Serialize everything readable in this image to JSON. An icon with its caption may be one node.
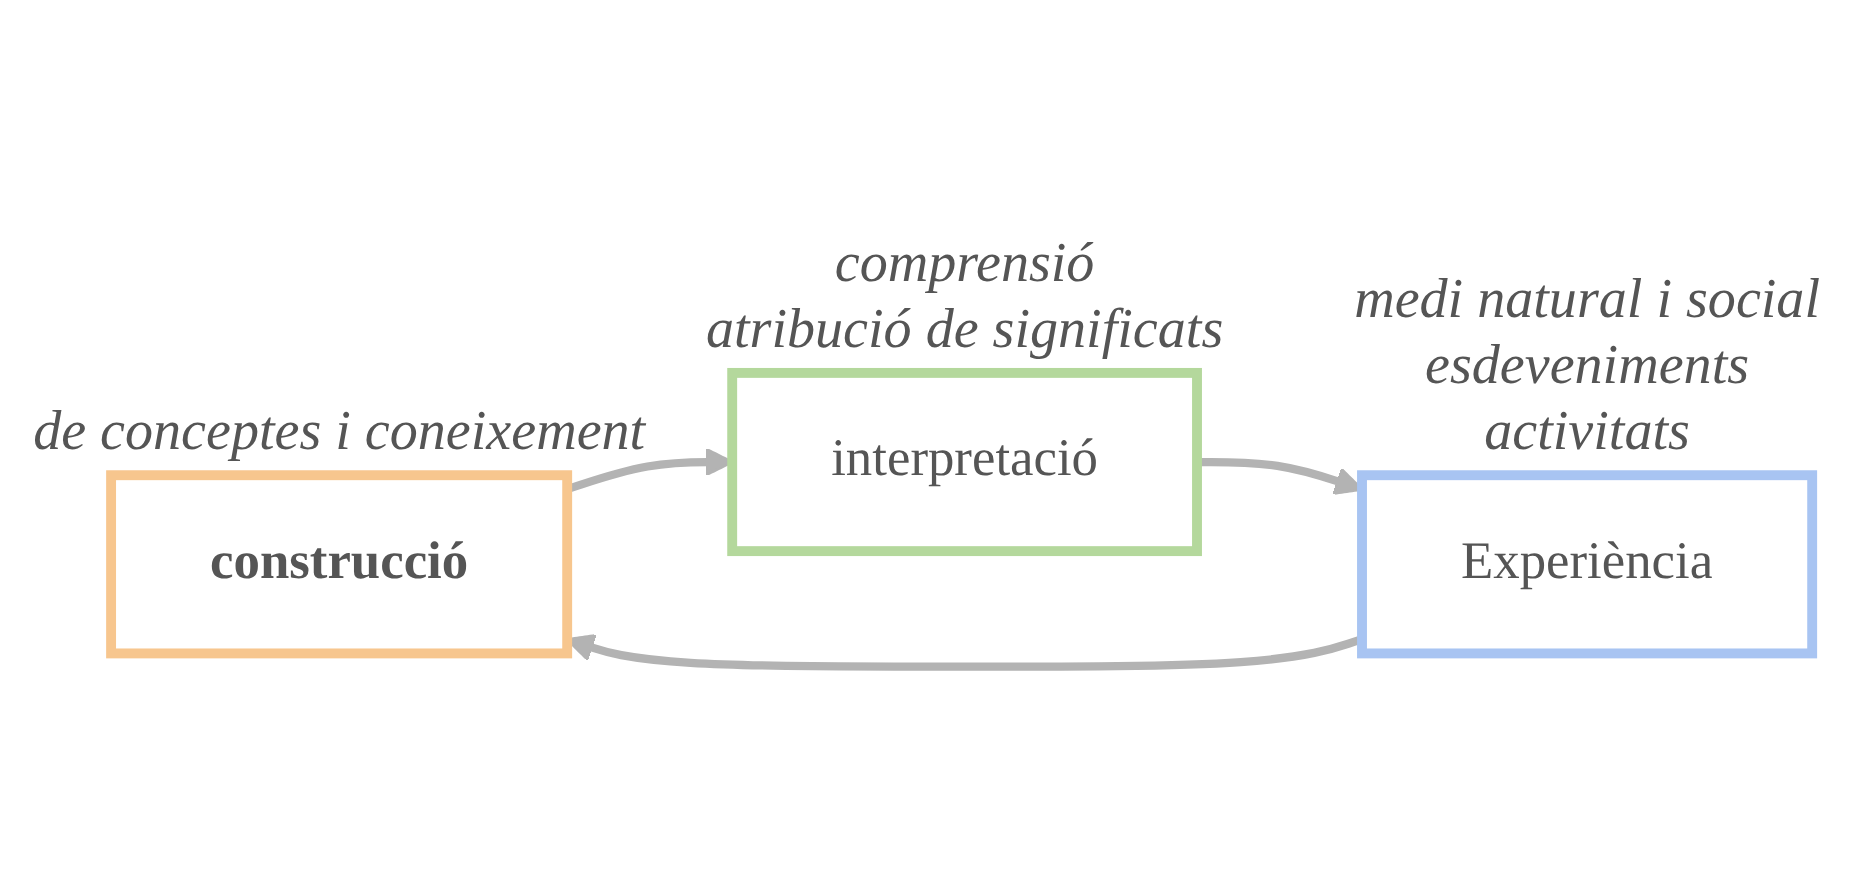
{
  "diagram": {
    "nodes": [
      {
        "text": [
          "construcció"
        ],
        "beside": [
          "de conceptes i coneixement"
        ]
      },
      {
        "text": [
          "interpretació"
        ],
        "beside": [
          "comprensió",
          "atribució de significats"
        ]
      },
      {
        "text": [
          "Experiència"
        ],
        "beside": [
          "medi natural i social",
          "esdeveniments",
          "activitats"
        ]
      }
    ],
    "edges": [
      {
        "from": 0,
        "to": 1,
        "arrow": "to"
      },
      {
        "from": 1,
        "to": 2,
        "arrow": "to"
      },
      {
        "from": 2,
        "to": 0,
        "arrow": "to"
      }
    ]
  }
}
